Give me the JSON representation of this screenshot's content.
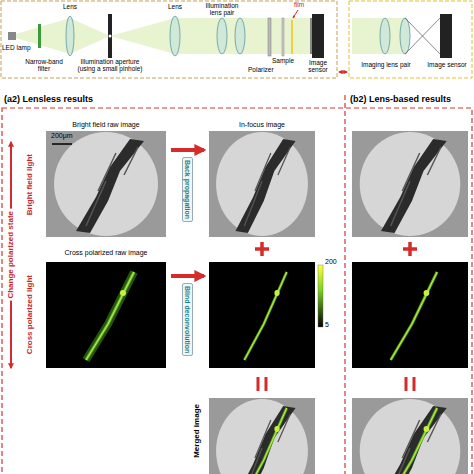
{
  "diagram": {
    "nodes": [
      {
        "text": [
          "Imaging lens pair",
          "Image sensor"
        ]
      },
      {
        "text": [
          "(a2) Lensless results"
        ]
      },
      {
        "text": [
          "Bright field raw image"
        ],
        "in": 1
      },
      {
        "text": [
          "In-focus image"
        ],
        "in": 1
      },
      {
        "text": [
          "Cross polarized raw image"
        ],
        "in": 1
      },
      {
        "text": [
          "Merged image"
        ],
        "in": 1
      },
      {
        "text": [
          "(b2) Lens-based results"
        ]
      }
    ],
    "edges": [
      {
        "from": 2,
        "to": 3,
        "label": "Back propagation",
        "arrow": "to"
      },
      {
        "from": 4,
        "to": 3,
        "label": "Blind deconvolution",
        "arrow": "to"
      }
    ],
    "labels": [
      "LED lamp",
      "Lens",
      "Narrow-band filter",
      "Illumination aperture (using a small pinhole)",
      "Lens",
      "Illumination lens pair",
      "film",
      "Polarizer",
      "Sample",
      "Image sensor",
      "200μm",
      "Change polarized state",
      "Bright field light",
      "Cross polarized light",
      "200",
      "5"
    ]
  }
}
